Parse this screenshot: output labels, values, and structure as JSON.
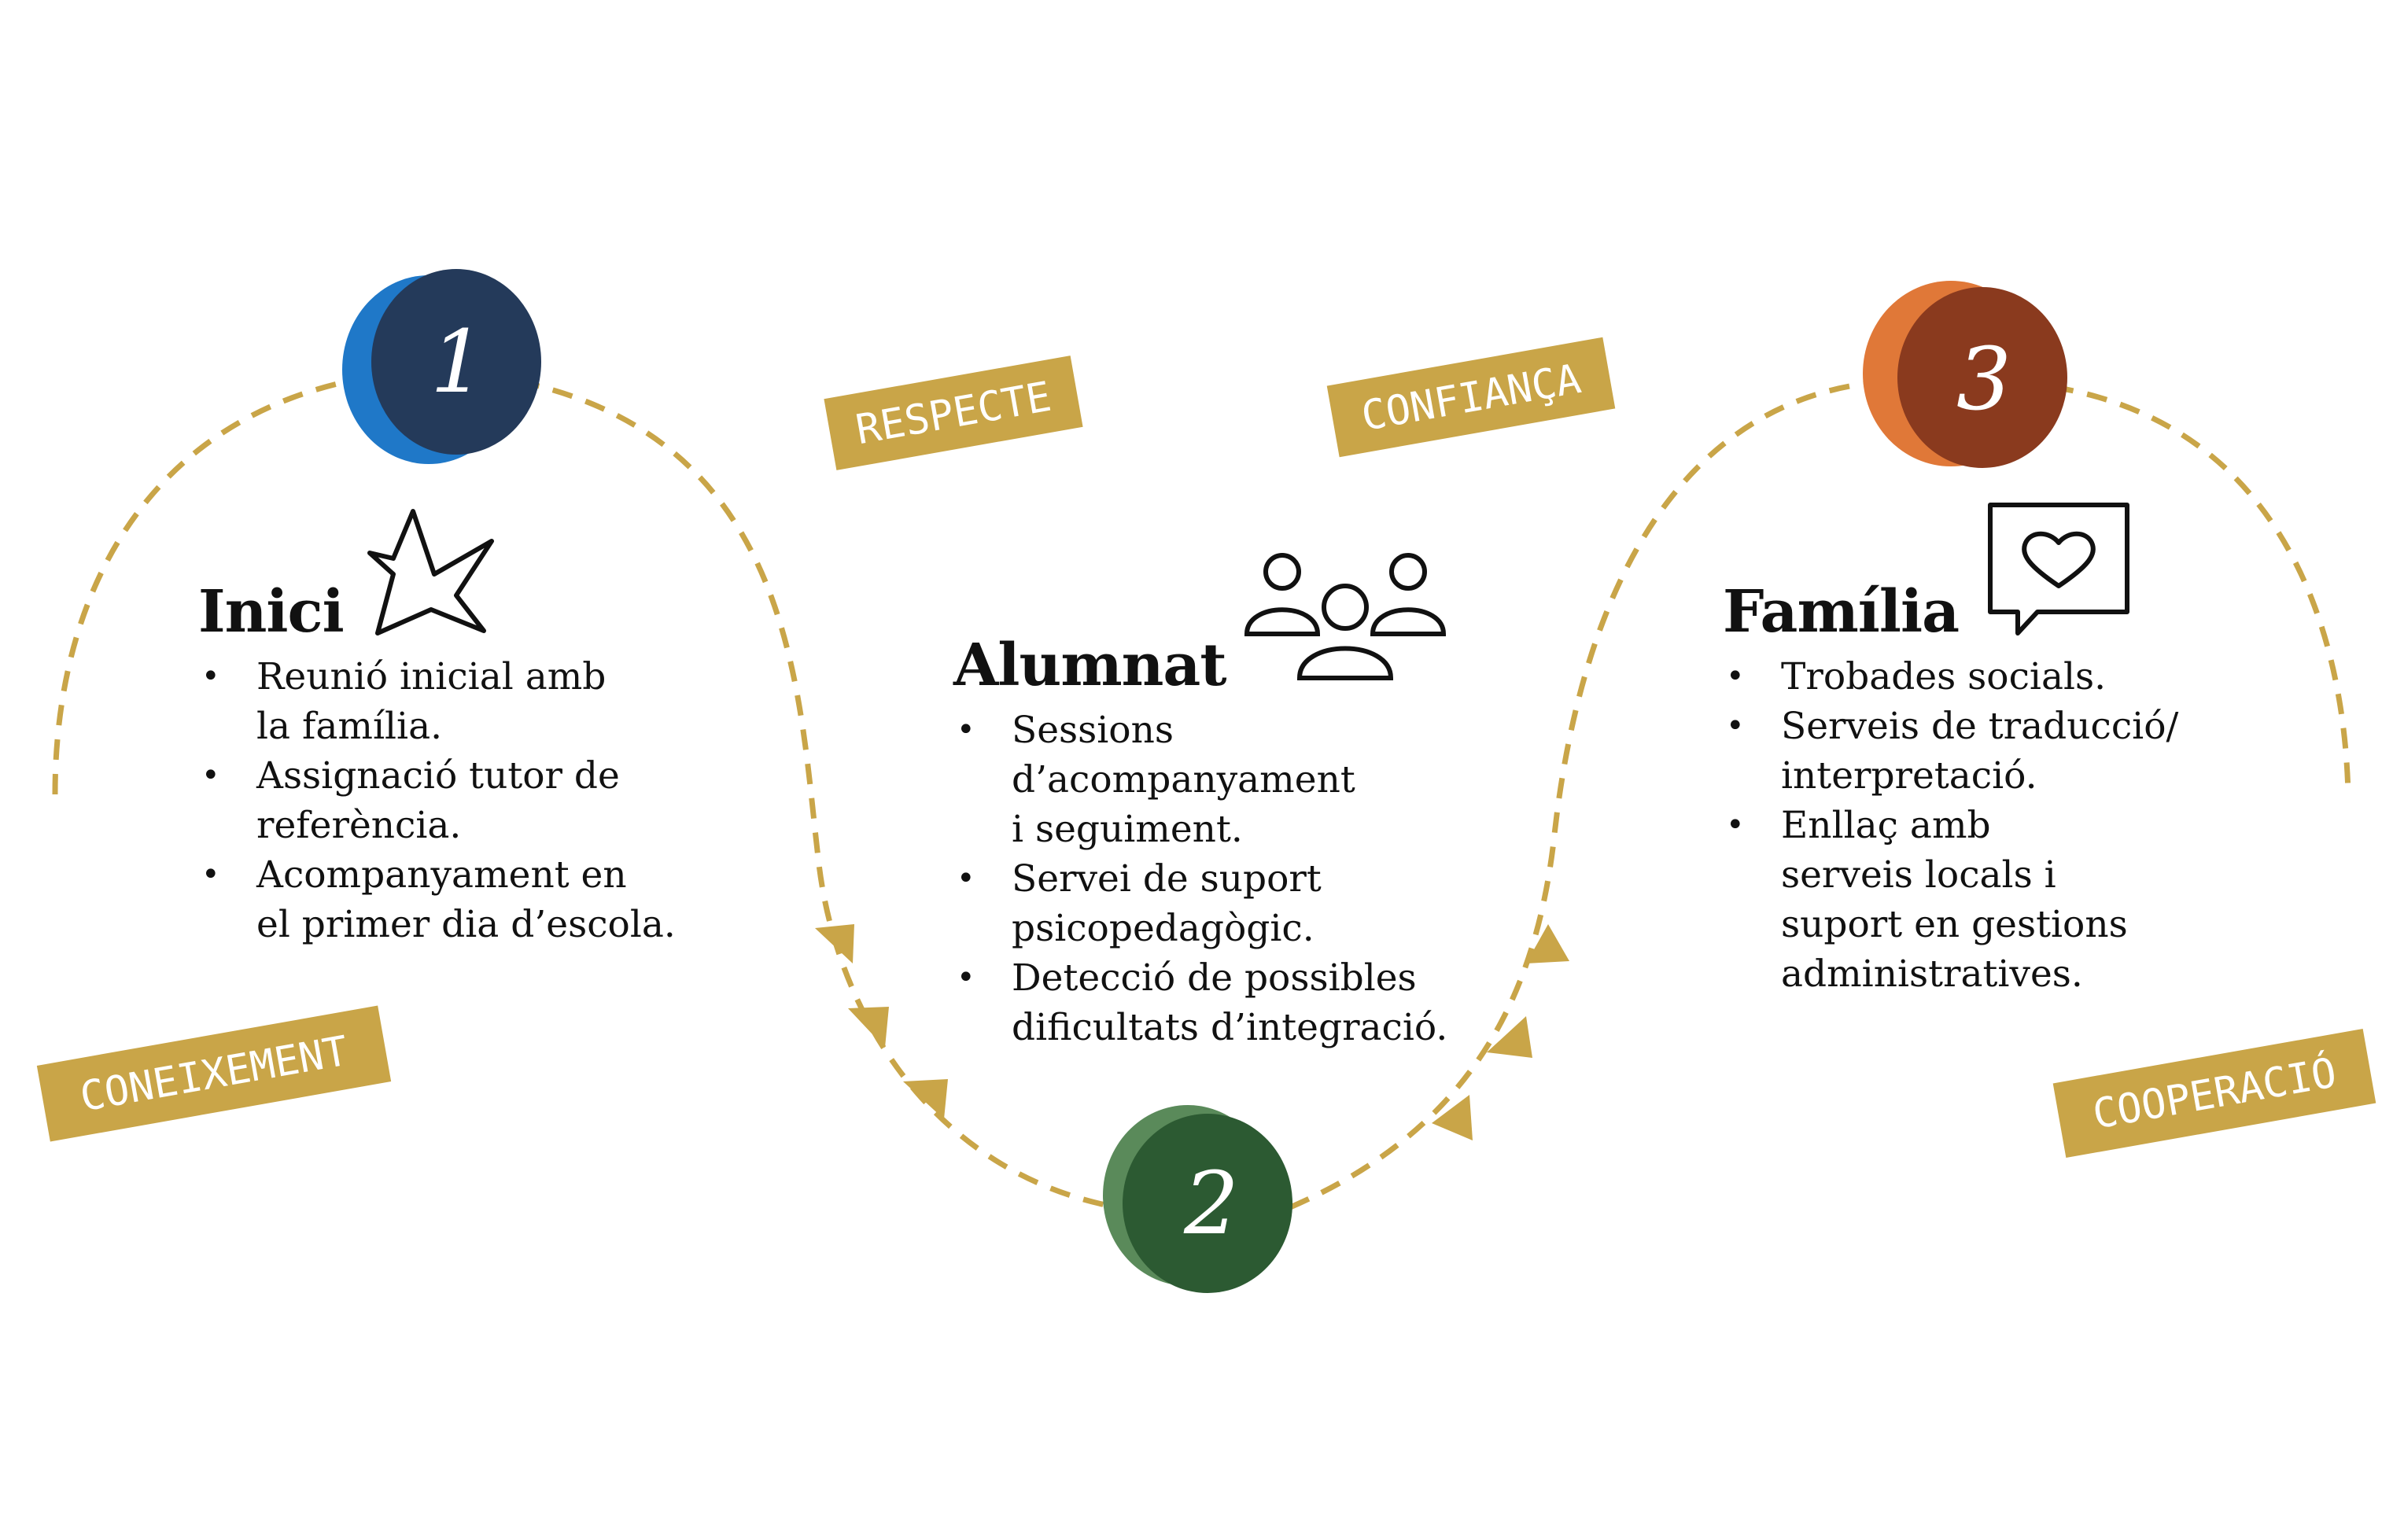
{
  "colors": {
    "path": "#c9a548",
    "tag_bg": "#c9a548",
    "tag_text": "#ffffff",
    "text": "#111111",
    "step1_face": "#243a5a",
    "step1_side": "#1f78c8",
    "step2_face": "#2c5a32",
    "step2_side": "#5a8a5a",
    "step3_face": "#8a3a1e",
    "step3_side": "#e07838"
  },
  "values": [
    "CONEIXEMENT",
    "RESPECTE",
    "CONFIANÇA",
    "COOPERACIÓ"
  ],
  "steps": [
    {
      "number": "1",
      "title": "Inici",
      "icon": "star-icon",
      "items": [
        [
          "Reunió inicial amb",
          "la família."
        ],
        [
          "Assignació tutor de",
          "referència."
        ],
        [
          "Acompanyament en",
          "el primer dia d’escola."
        ]
      ]
    },
    {
      "number": "2",
      "title": "Alumnat",
      "icon": "group-icon",
      "items": [
        [
          "Sessions",
          "d’acompanyament",
          "i seguiment."
        ],
        [
          "Servei de suport",
          "psicopedagògic."
        ],
        [
          "Detecció de possibles",
          "dificultats d’integració."
        ]
      ]
    },
    {
      "number": "3",
      "title": "Família",
      "icon": "speech-bubble-heart-icon",
      "items": [
        [
          "Trobades socials."
        ],
        [
          "Serveis de traducció/",
          "interpretació."
        ],
        [
          "Enllaç amb",
          "serveis locals i",
          "suport en gestions",
          "administratives."
        ]
      ]
    }
  ]
}
